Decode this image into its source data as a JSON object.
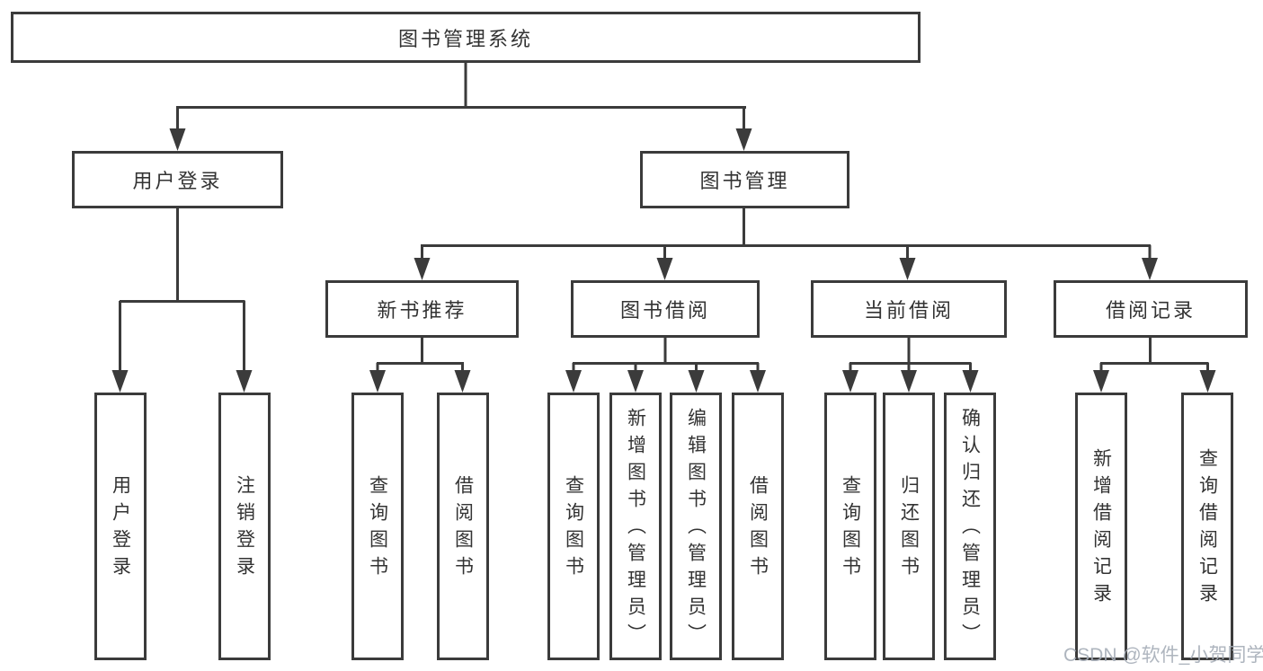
{
  "diagram": {
    "type": "hierarchy-diagram",
    "colors": {
      "line": "#3b3b3b",
      "box_border": "#3b3b3b",
      "text": "#333333",
      "background": "#ffffff",
      "watermark_text": "#a6adb8"
    },
    "tree": {
      "root": {
        "label": "图书管理系统"
      },
      "branches": [
        {
          "label": "用户登录",
          "children": [
            {
              "label": "用户登录"
            },
            {
              "label": "注销登录"
            }
          ]
        },
        {
          "label": "图书管理",
          "children": [
            {
              "label": "新书推荐",
              "children": [
                {
                  "label": "查询图书"
                },
                {
                  "label": "借阅图书"
                }
              ]
            },
            {
              "label": "图书借阅",
              "children": [
                {
                  "label": "查询图书"
                },
                {
                  "label": "新增图书（管理员）"
                },
                {
                  "label": "编辑图书（管理员）"
                },
                {
                  "label": "借阅图书"
                }
              ]
            },
            {
              "label": "当前借阅",
              "children": [
                {
                  "label": "查询图书"
                },
                {
                  "label": "归还图书"
                },
                {
                  "label": "确认归还（管理员）"
                }
              ]
            },
            {
              "label": "借阅记录",
              "children": [
                {
                  "label": "新增借阅记录"
                },
                {
                  "label": "查询借阅记录"
                }
              ]
            }
          ]
        }
      ]
    },
    "watermark": "CSDN @软件_小贺同学"
  }
}
